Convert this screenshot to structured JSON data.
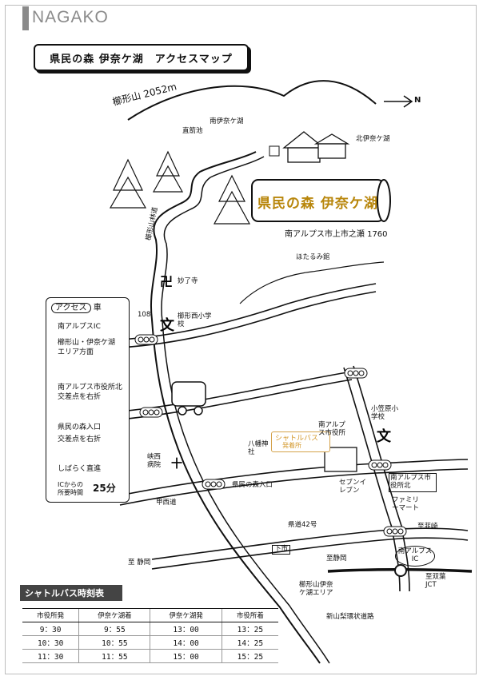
{
  "header": {
    "brand": "NAGAKO"
  },
  "map": {
    "title": "県民の森 伊奈ケ湖　アクセスマップ",
    "destination_sign": "県民の森 伊奈ケ湖",
    "address": "南アルプス市上市之瀬 1760",
    "landmarks": {
      "mountain": "櫛形山 2052m",
      "north": "N",
      "isoike": "直箭池",
      "minami_inako": "南伊奈ケ湖",
      "kita_inako": "北伊奈ケ湖",
      "hotaru": "ほたるみ館",
      "myoryoji": "妙了寺",
      "kushigata_west_school": "櫛形西小学校",
      "nishi_hospital": "峡西病院",
      "yawata_shrine": "八幡神社",
      "shuttle_stop_1": "シャトルバス",
      "shuttle_stop_2": "発着所",
      "city_office": "南アルプス市役所",
      "komuro_school": "小笠原小学校",
      "city_office_north": "南アルプス市役所北",
      "seven_eleven": "セブンイレブン",
      "family_mart": "ファミリーマート",
      "kenmin_entrance": "県民の森入口",
      "tokaido": "甲西道",
      "route_42": "県道42号",
      "to_nirasaki": "至韮崎",
      "to_shizuoka_left": "至 静岡",
      "to_shizuoka_bottom": "至静岡",
      "shimoichi": "下市",
      "ic_label": "南アルプスIC",
      "to_sousa": "至双葉JCT",
      "area_label": "櫛形山伊奈ケ湖エリア",
      "expressway": "新山梨環状道路",
      "road_108": "108",
      "ridge_road": "櫛形山林道"
    }
  },
  "access": {
    "heading": "アクセス",
    "mode": "車",
    "lines": [
      "南アルプスIC",
      "櫛形山・伊奈ケ湖",
      "エリア方面",
      "南アルプス市役所北",
      "交差点を右折",
      "県民の森入口",
      "交差点を右折",
      "しばらく直進",
      "ICからの",
      "所要時間",
      "25分"
    ]
  },
  "schedule": {
    "title": "シャトルバス時刻表",
    "headers": [
      "市役所発",
      "伊奈ケ湖着",
      "伊奈ケ湖発",
      "市役所着"
    ],
    "rows": [
      [
        "9：30",
        "9：55",
        "13：00",
        "13：25"
      ],
      [
        "10：30",
        "10：55",
        "14：00",
        "14：25"
      ],
      [
        "11：30",
        "11：55",
        "15：00",
        "15：25"
      ]
    ]
  },
  "colors": {
    "accent": "#b8860b",
    "shuttle": "#d49a2f",
    "brand": "#8a8a8a"
  }
}
